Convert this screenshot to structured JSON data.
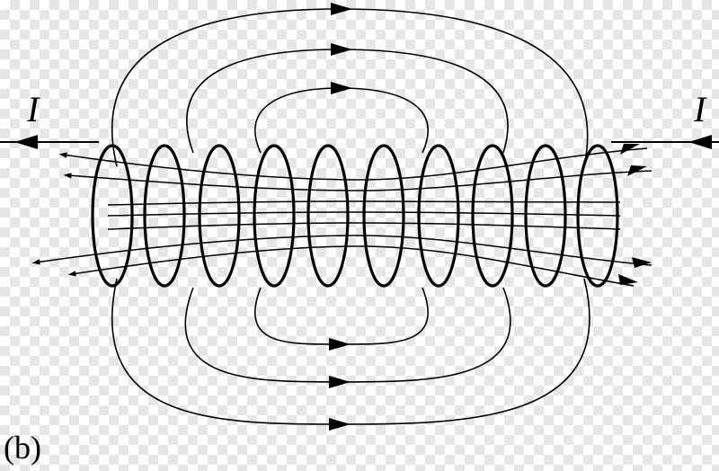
{
  "labels": {
    "current_left": "I",
    "current_right": "I",
    "caption": "(b)"
  },
  "diagram": {
    "description_type": "solenoid-magnetic-field",
    "turns": 10,
    "colors": {
      "stroke": "#000000"
    }
  }
}
